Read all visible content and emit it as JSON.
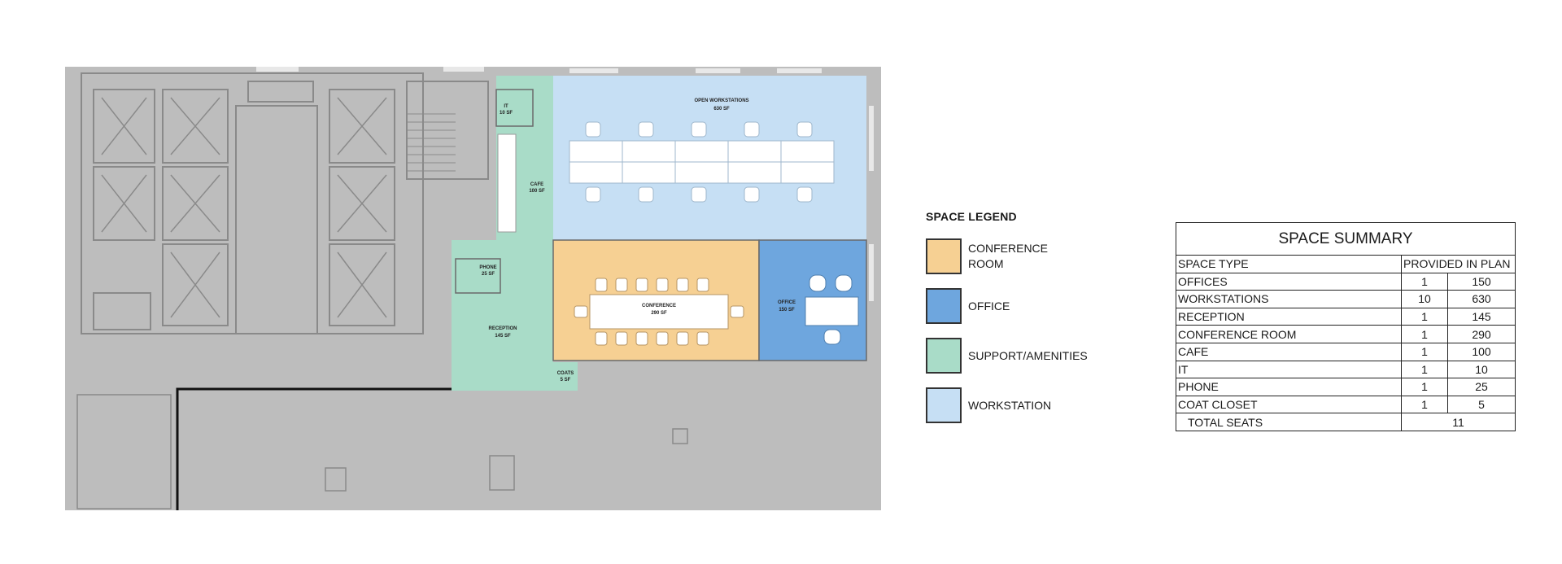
{
  "plan": {
    "rooms": [
      {
        "id": "it",
        "name": "IT",
        "area": "10 SF"
      },
      {
        "id": "workstations",
        "name": "OPEN WORKSTATIONS",
        "area": "630 SF"
      },
      {
        "id": "cafe",
        "name": "CAFE",
        "area": "100 SF"
      },
      {
        "id": "phone",
        "name": "PHONE",
        "area": "25 SF"
      },
      {
        "id": "conference",
        "name": "CONFERENCE",
        "area": "290 SF"
      },
      {
        "id": "office",
        "name": "OFFICE",
        "area": "150 SF"
      },
      {
        "id": "reception",
        "name": "RECEPTION",
        "area": "145 SF"
      },
      {
        "id": "coats",
        "name": "COATS",
        "area": "5 SF"
      }
    ]
  },
  "legend": {
    "title": "SPACE LEGEND",
    "items": [
      {
        "label": "CONFERENCE ROOM",
        "color": "#F6D093"
      },
      {
        "label": "OFFICE",
        "color": "#6EA6DE"
      },
      {
        "label": "SUPPORT/AMENITIES",
        "color": "#A9DCC8"
      },
      {
        "label": "WORKSTATION",
        "color": "#C6DFF4"
      }
    ]
  },
  "summary": {
    "title": "SPACE SUMMARY",
    "col_type": "SPACE TYPE",
    "col_provided": "PROVIDED IN PLAN",
    "rows": [
      {
        "type": "OFFICES",
        "count": "1",
        "area": "150"
      },
      {
        "type": "WORKSTATIONS",
        "count": "10",
        "area": "630"
      },
      {
        "type": "RECEPTION",
        "count": "1",
        "area": "145"
      },
      {
        "type": "CONFERENCE ROOM",
        "count": "1",
        "area": "290"
      },
      {
        "type": "CAFE",
        "count": "1",
        "area": "100"
      },
      {
        "type": "IT",
        "count": "1",
        "area": "10"
      },
      {
        "type": "PHONE",
        "count": "1",
        "area": "25"
      },
      {
        "type": "COAT CLOSET",
        "count": "1",
        "area": "5"
      }
    ],
    "total_label": "TOTAL SEATS",
    "total_value": "11"
  }
}
